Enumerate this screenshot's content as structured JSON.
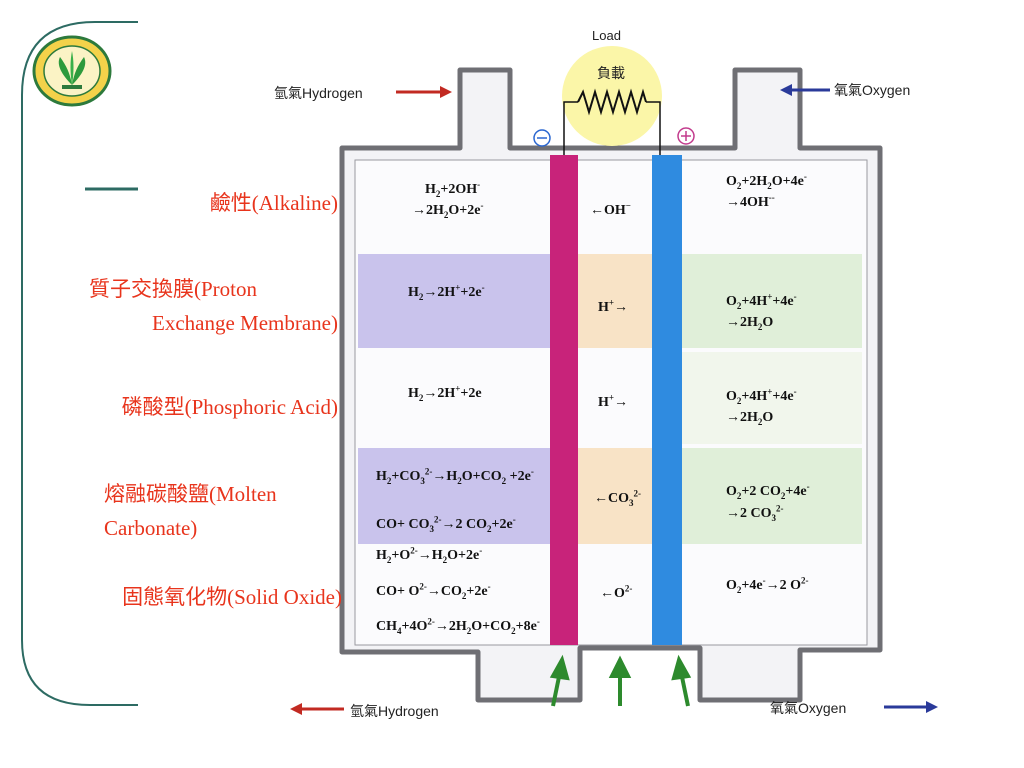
{
  "labels": {
    "alkaline": "鹼性(Alkaline)",
    "pem_1": "質子交換膜(Proton",
    "pem_2": "Exchange Membrane)",
    "phosphoric": "磷酸型(Phosphoric Acid)",
    "molten_1": "熔融碳酸鹽(Molten",
    "molten_2": "Carbonate)",
    "solid_oxide": "固態氧化物(Solid Oxide)"
  },
  "load": {
    "title": "Load",
    "cn": "負載"
  },
  "gas": {
    "hydrogen_in": "氫氣Hydrogen",
    "oxygen_in": "氧氣Oxygen",
    "hydrogen_out": "氫氣Hydrogen",
    "oxygen_out": "氧氣Oxygen"
  },
  "electrodes": {
    "negative": "−",
    "positive": "+"
  },
  "reactions": {
    "alkaline": {
      "anode_1": "H<sub>2</sub>+2OH<sup>-</sup>",
      "anode_2": "→2H<sub>2</sub>O+2e<sup>-</sup>",
      "ion": "←OH<sup>−</sup>",
      "cathode_1": "O<sub>2</sub>+2H<sub>2</sub>O+4e<sup>-</sup>",
      "cathode_2": "→4OH<sup>--</sup>"
    },
    "pem": {
      "anode_1": "H<sub>2</sub>→2H<sup>+</sup>+2e<sup>-</sup>",
      "ion": "H<sup>+</sup>→",
      "cathode_1": "O<sub>2</sub>+4H<sup>+</sup>+4e<sup>-</sup>",
      "cathode_2": "→2H<sub>2</sub>O"
    },
    "phosphoric": {
      "anode_1": "H<sub>2</sub>→2H<sup>+</sup>+2e",
      "ion": "H<sup>+</sup>→",
      "cathode_1": "O<sub>2</sub>+4H<sup>+</sup>+4e<sup>-</sup>",
      "cathode_2": "→2H<sub>2</sub>O"
    },
    "molten": {
      "anode_1": "H<sub>2</sub>+CO<sub>3</sub><sup>2-</sup>→H<sub>2</sub>O+CO<sub>2</sub> +2e<sup>-</sup>",
      "anode_2": "CO+ CO<sub>3</sub><sup>2-</sup>→2 CO<sub>2</sub>+2e<sup>-</sup>",
      "ion": "←CO<sub>3</sub><sup>2-</sup>",
      "cathode_1": "O<sub>2</sub>+2 CO<sub>2</sub>+4e<sup>-</sup>",
      "cathode_2": "→2 CO<sub>3</sub><sup>2-</sup>"
    },
    "solid": {
      "anode_1": "H<sub>2</sub>+O<sup>2-</sup>→H<sub>2</sub>O+2e<sup>-</sup>",
      "anode_2": "CO+ O<sup>2-</sup>→CO<sub>2</sub>+2e<sup>-</sup>",
      "anode_3": "CH<sub>4</sub>+4O<sup>2-</sup>→2H<sub>2</sub>O+CO<sub>2</sub>+8e<sup>-</sup>",
      "ion": "←O<sup>2-</sup>",
      "cathode_1": "O<sub>2</sub>+4e<sup>-</sup>→2 O<sup>2-</sup>"
    }
  },
  "colors": {
    "label_red": "#e8341c",
    "anode_bar": "#c8237a",
    "cathode_bar": "#2f8be0",
    "frame": "#2d6b63"
  }
}
